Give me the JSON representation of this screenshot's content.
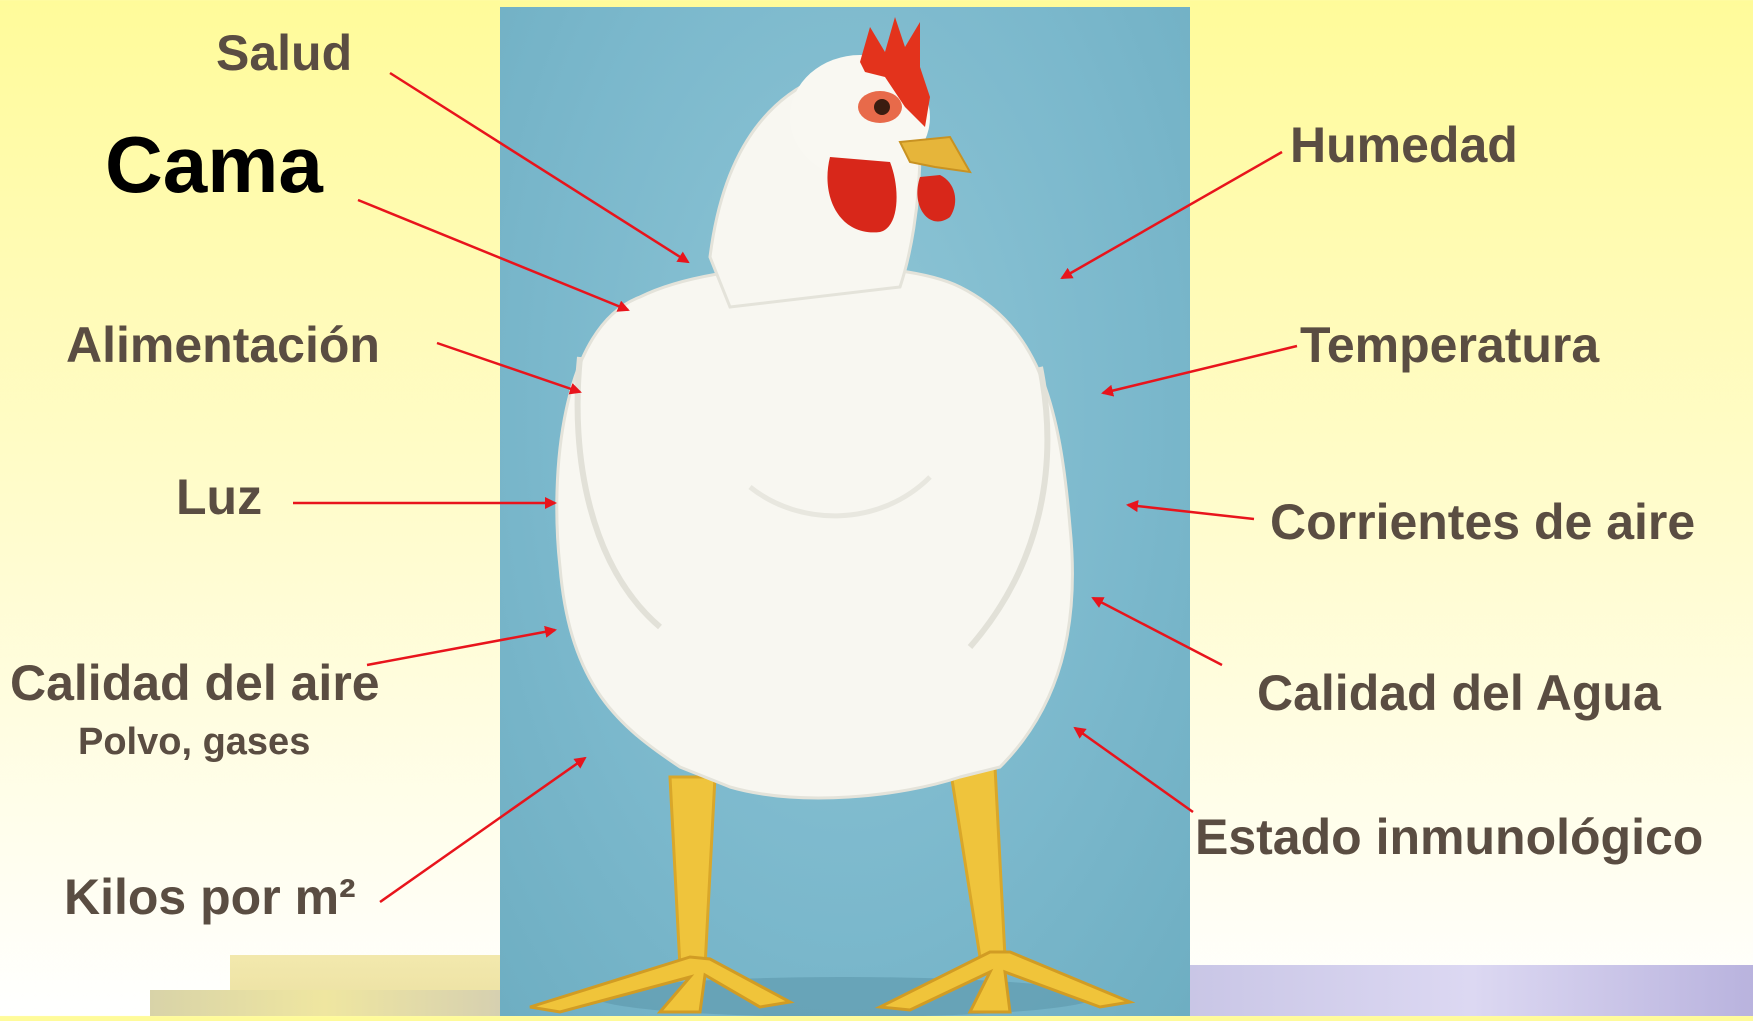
{
  "labels": {
    "salud": "Salud",
    "cama": "Cama",
    "alimentacion": "Alimentación",
    "luz": "Luz",
    "calidad_aire": "Calidad del aire",
    "calidad_aire_sub": "Polvo, gases",
    "kilos": "Kilos por m²",
    "humedad": "Humedad",
    "temperatura": "Temperatura",
    "corrientes": "Corrientes de aire",
    "calidad_agua": "Calidad del Agua",
    "estado": "Estado inmunológico"
  },
  "colors": {
    "arrow": "#e8141c",
    "label_text": "#5a4d42",
    "title_text": "#000000",
    "photo_background": "#7bb8cc",
    "chicken_body": "#f7f6ef",
    "comb": "#e4331c",
    "legs": "#f0c43a"
  },
  "photo": {
    "subject": "white broiler chicken"
  }
}
